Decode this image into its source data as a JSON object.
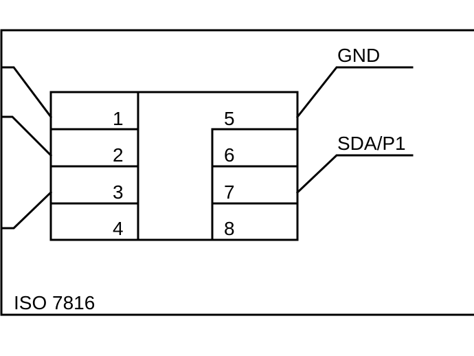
{
  "colors": {
    "line": "#000000",
    "background": "#ffffff"
  },
  "standard_label": "ISO 7816",
  "pins": {
    "p1": "1",
    "p2": "2",
    "p3": "3",
    "p4": "4",
    "p5": "5",
    "p6": "6",
    "p7": "7",
    "p8": "8"
  },
  "signals": {
    "gnd": "GND",
    "sda": "SDA/P1"
  }
}
